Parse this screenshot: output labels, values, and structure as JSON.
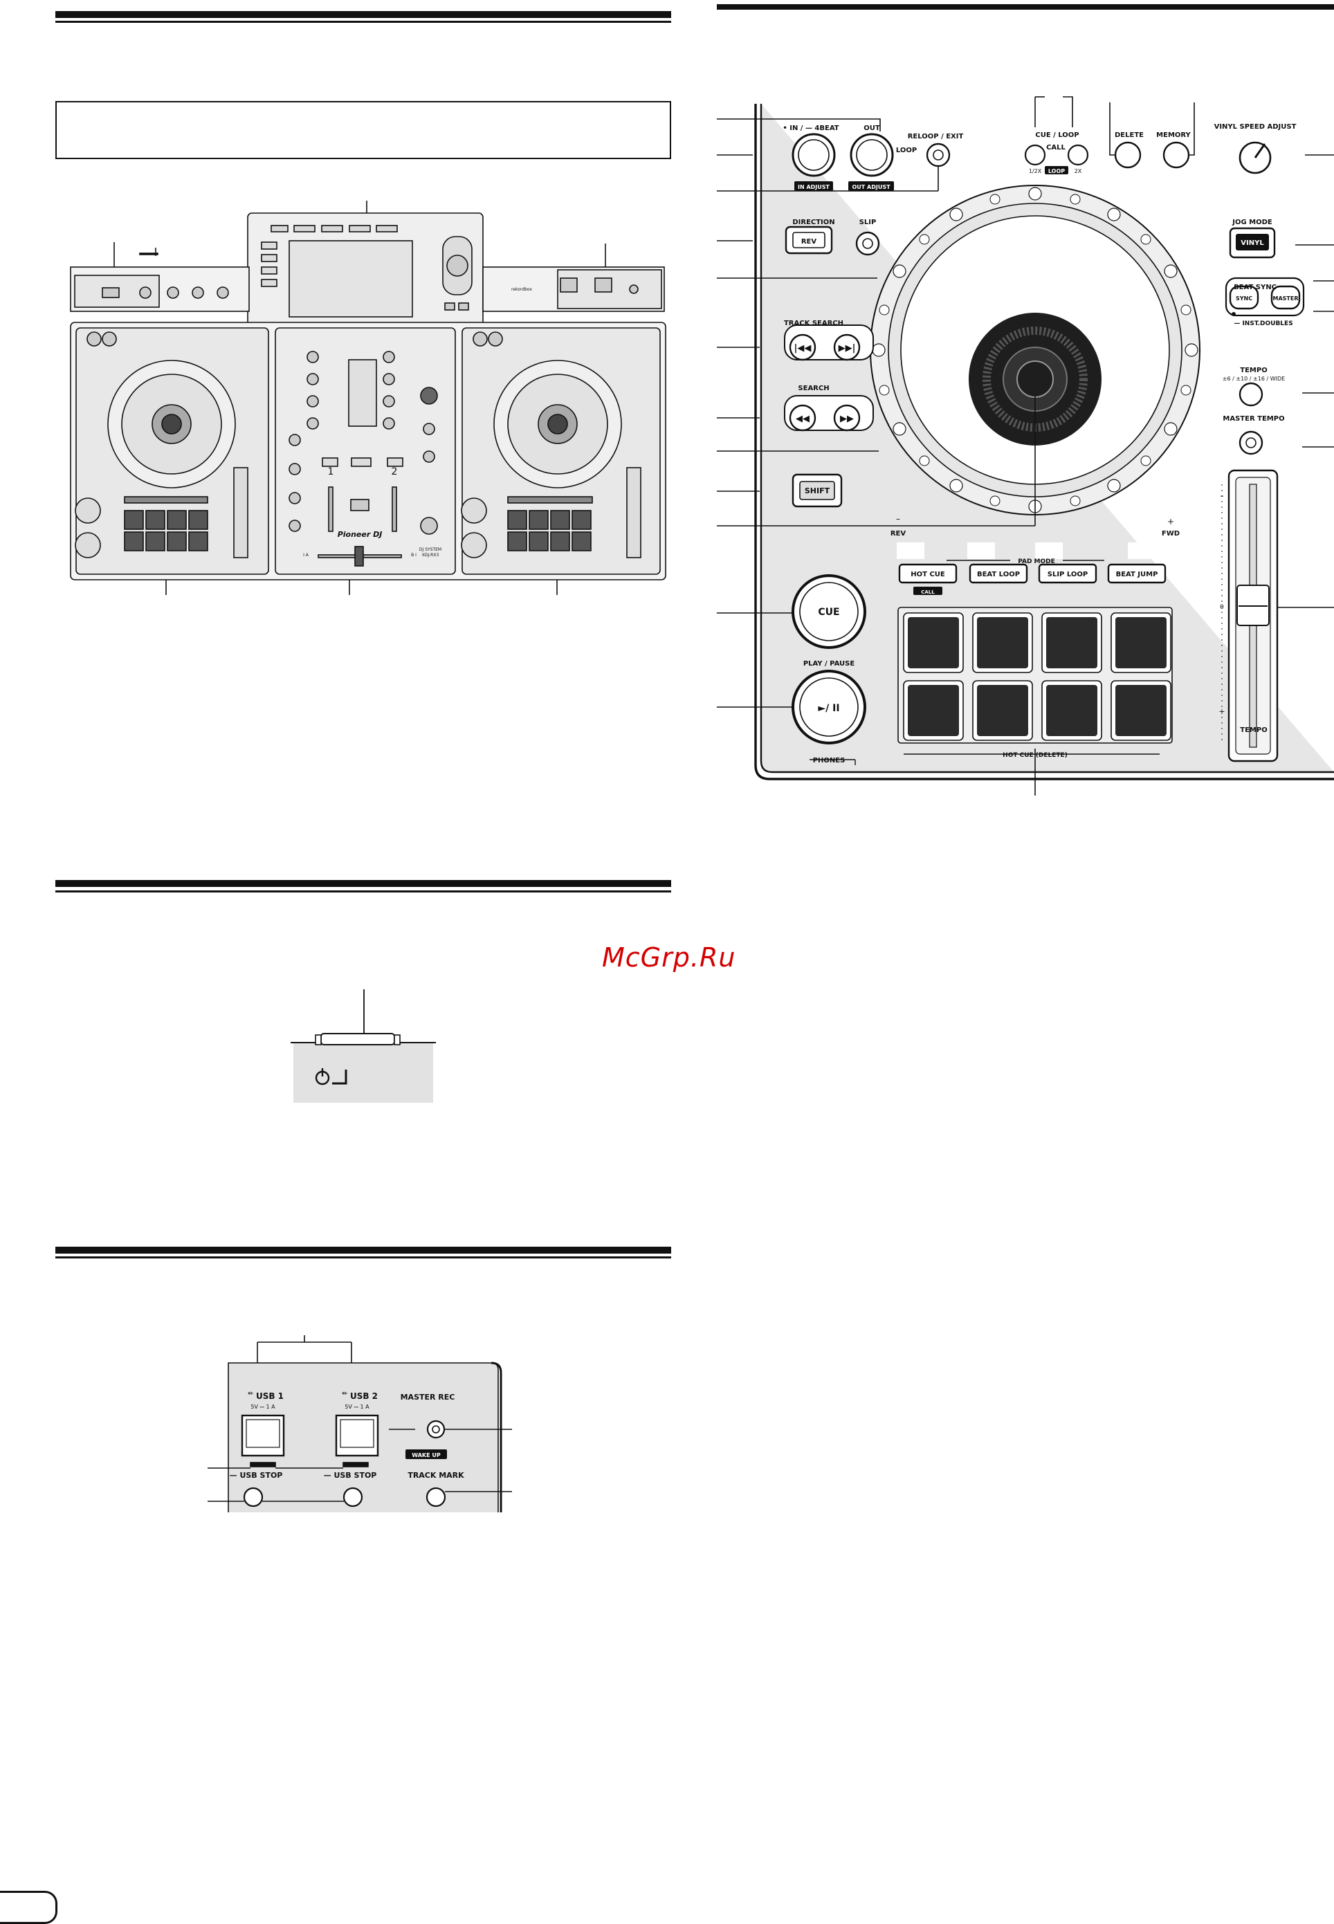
{
  "watermark": "McGrp.Ru",
  "deck_panel": {
    "loop_in_label": "• IN / — 4BEAT",
    "in_adjust_label": "IN ADJUST",
    "out_label": "OUT",
    "out_adjust_label": "OUT ADJUST",
    "loop_label": "LOOP",
    "reloop_exit_label": "RELOOP / EXIT",
    "cue_loop_call_label": "CUE / LOOP",
    "call_label": "CALL",
    "half_x_label": "1/2X",
    "loop_badge_label": "LOOP",
    "double_x_label": "2X",
    "delete_label": "DELETE",
    "memory_label": "MEMORY",
    "vinyl_speed_adjust_label": "VINYL SPEED ADJUST",
    "direction_label": "DIRECTION",
    "rev_button_label": "REV",
    "slip_label": "SLIP",
    "jog_mode_label": "JOG MODE",
    "vinyl_button_label": "VINYL",
    "beat_sync_label": "BEAT SYNC",
    "sync_button_label": "SYNC",
    "master_button_label": "MASTER",
    "inst_doubles_label": "— INST.DOUBLES",
    "track_search_label": "TRACK SEARCH",
    "search_label": "SEARCH",
    "tempo_button_label": "TEMPO",
    "tempo_range_label": "±6 / ±10 / ±16 / WIDE",
    "master_tempo_label": "MASTER TEMPO",
    "shift_label": "SHIFT",
    "rev_dir_label": "REV",
    "fwd_dir_label": "FWD",
    "minus_label": "–",
    "plus_label": "+",
    "pad_mode_label": "PAD MODE",
    "hot_cue_label": "HOT CUE",
    "call_small_label": "CALL",
    "beat_loop_label": "BEAT LOOP",
    "slip_loop_label": "SLIP LOOP",
    "beat_jump_label": "BEAT JUMP",
    "cue_label": "CUE",
    "play_pause_label": "PLAY / PAUSE",
    "play_pause_symbol": "►/ II",
    "hot_cue_delete_label": "HOT CUE (DELETE)",
    "phones_label": "PHONES",
    "tempo_slider_label": "TEMPO",
    "tempo_zero_label": "0",
    "tempo_minus_label": "–",
    "tempo_plus_label": "+"
  },
  "overview": {
    "ch1_label": "1",
    "ch2_label": "2",
    "brand_label": "Pioneer DJ",
    "model_label": "XDJ-RX3",
    "system_label": "DJ SYSTEM",
    "rekordbox_label": "rekordbox",
    "cross_a_label": "I A",
    "cross_b_label": "B I"
  },
  "usb_panel": {
    "usb1_label": "USB 1",
    "usb1_rating": "5V ⎓ 1 A",
    "usb2_label": "USB 2",
    "usb2_rating": "5V ⎓ 1 A",
    "master_rec_label": "MASTER REC",
    "wake_up_label": "WAKE UP",
    "track_mark_label": "TRACK MARK",
    "usb_stop1_label": "— USB STOP",
    "usb_stop2_label": "— USB STOP"
  },
  "colors": {
    "ink": "#111111",
    "panel": "#e2e2e2",
    "pad": "#2b2b2b",
    "watermark": "#d40000"
  }
}
